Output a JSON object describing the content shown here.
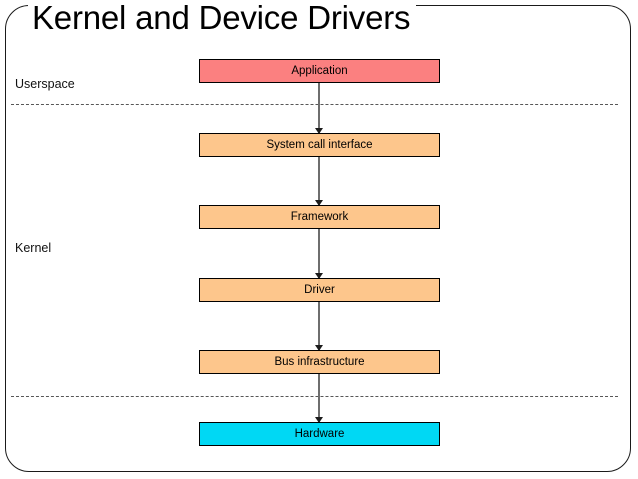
{
  "slide": {
    "title": "Kernel and Device Drivers",
    "background_color": "#ffffff",
    "frame_color": "#1a1a1a"
  },
  "zones": [
    {
      "name": "userspace",
      "label": "Userspace"
    },
    {
      "name": "kernel",
      "label": "Kernel"
    }
  ],
  "dividers": [
    {
      "name": "userspace-kernel-divider",
      "style": "dashed"
    },
    {
      "name": "kernel-hardware-divider",
      "style": "dashed"
    }
  ],
  "diagram": {
    "type": "flow-stack",
    "orientation": "top-to-bottom",
    "nodes": [
      {
        "id": "application",
        "label": "Application",
        "fill": "#fb8080",
        "zone": "userspace"
      },
      {
        "id": "syscall",
        "label": "System call interface",
        "fill": "#fdc68c",
        "zone": "kernel"
      },
      {
        "id": "framework",
        "label": "Framework",
        "fill": "#fdc68c",
        "zone": "kernel"
      },
      {
        "id": "driver",
        "label": "Driver",
        "fill": "#fdc68c",
        "zone": "kernel"
      },
      {
        "id": "bus",
        "label": "Bus infrastructure",
        "fill": "#fdc68c",
        "zone": "kernel"
      },
      {
        "id": "hardware",
        "label": "Hardware",
        "fill": "#00d8f4",
        "zone": "hardware"
      }
    ],
    "edges": [
      {
        "from": "application",
        "to": "syscall",
        "arrow": "down"
      },
      {
        "from": "syscall",
        "to": "framework",
        "arrow": "down"
      },
      {
        "from": "framework",
        "to": "driver",
        "arrow": "down"
      },
      {
        "from": "driver",
        "to": "bus",
        "arrow": "down"
      },
      {
        "from": "bus",
        "to": "hardware",
        "arrow": "down"
      }
    ],
    "edge_color": "#6e6e6e",
    "arrowhead_color": "#1c1c1c"
  }
}
